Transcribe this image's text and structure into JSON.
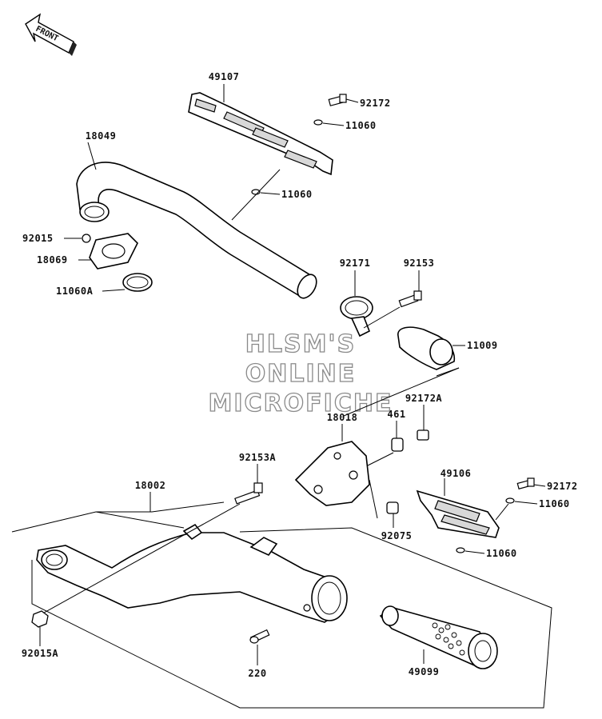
{
  "watermark": {
    "line1": "HLSM'S",
    "line2": "ONLINE",
    "line3": "MICROFICHE"
  },
  "front_arrow_label": "FRONT",
  "part_labels": {
    "p49107": "49107",
    "p92172_top": "92172",
    "p11060_a": "11060",
    "p18049": "18049",
    "p11060_b": "11060",
    "p92015": "92015",
    "p18069": "18069",
    "p11060A": "11060A",
    "p92171": "92171",
    "p92153": "92153",
    "p11009": "11009",
    "p92172A": "92172A",
    "p18018": "18018",
    "p461": "461",
    "p92153A": "92153A",
    "p18002": "18002",
    "p49106": "49106",
    "p92172_bot": "92172",
    "p11060_c": "11060",
    "p92075": "92075",
    "p11060_d": "11060",
    "p92015A": "92015A",
    "p220": "220",
    "p49099": "49099"
  }
}
